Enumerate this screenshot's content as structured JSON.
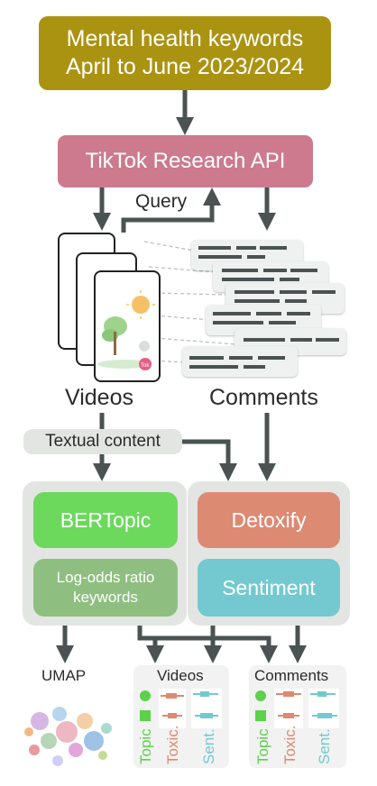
{
  "keywords_box": {
    "line1": "Mental health keywords",
    "line2": "April to June 2023/2024"
  },
  "api_box": {
    "label": "TikTok Research API"
  },
  "query_label": "Query",
  "videos_label": "Videos",
  "comments_label": "Comments",
  "textual_content_label": "Textual content",
  "bertopic_label": "BERTopic",
  "logodds": {
    "line1": "Log-odds ratio",
    "line2": "keywords"
  },
  "detoxify_label": "Detoxify",
  "sentiment_label": "Sentiment",
  "umap_label": "UMAP",
  "videos_panel": {
    "title": "Videos",
    "topic": "Topic",
    "toxic": "Toxic.",
    "sent": "Sent."
  },
  "comments_panel": {
    "title": "Comments",
    "topic": "Topic",
    "toxic": "Toxic.",
    "sent": "Sent."
  },
  "colors": {
    "keywords": "#ab9312",
    "api": "#cd7a8e",
    "bertopic": "#6cd95c",
    "logodds": "#8fbf80",
    "detoxify": "#dd8a73",
    "sentiment": "#73c9cf",
    "arrow": "#4a5352",
    "panel": "#e3e5e3"
  },
  "icons": [
    "phone-icon",
    "tiktok-logo-icon",
    "tree-icon",
    "sun-icon",
    "umap-scatter-icon",
    "box-plot-icon"
  ]
}
